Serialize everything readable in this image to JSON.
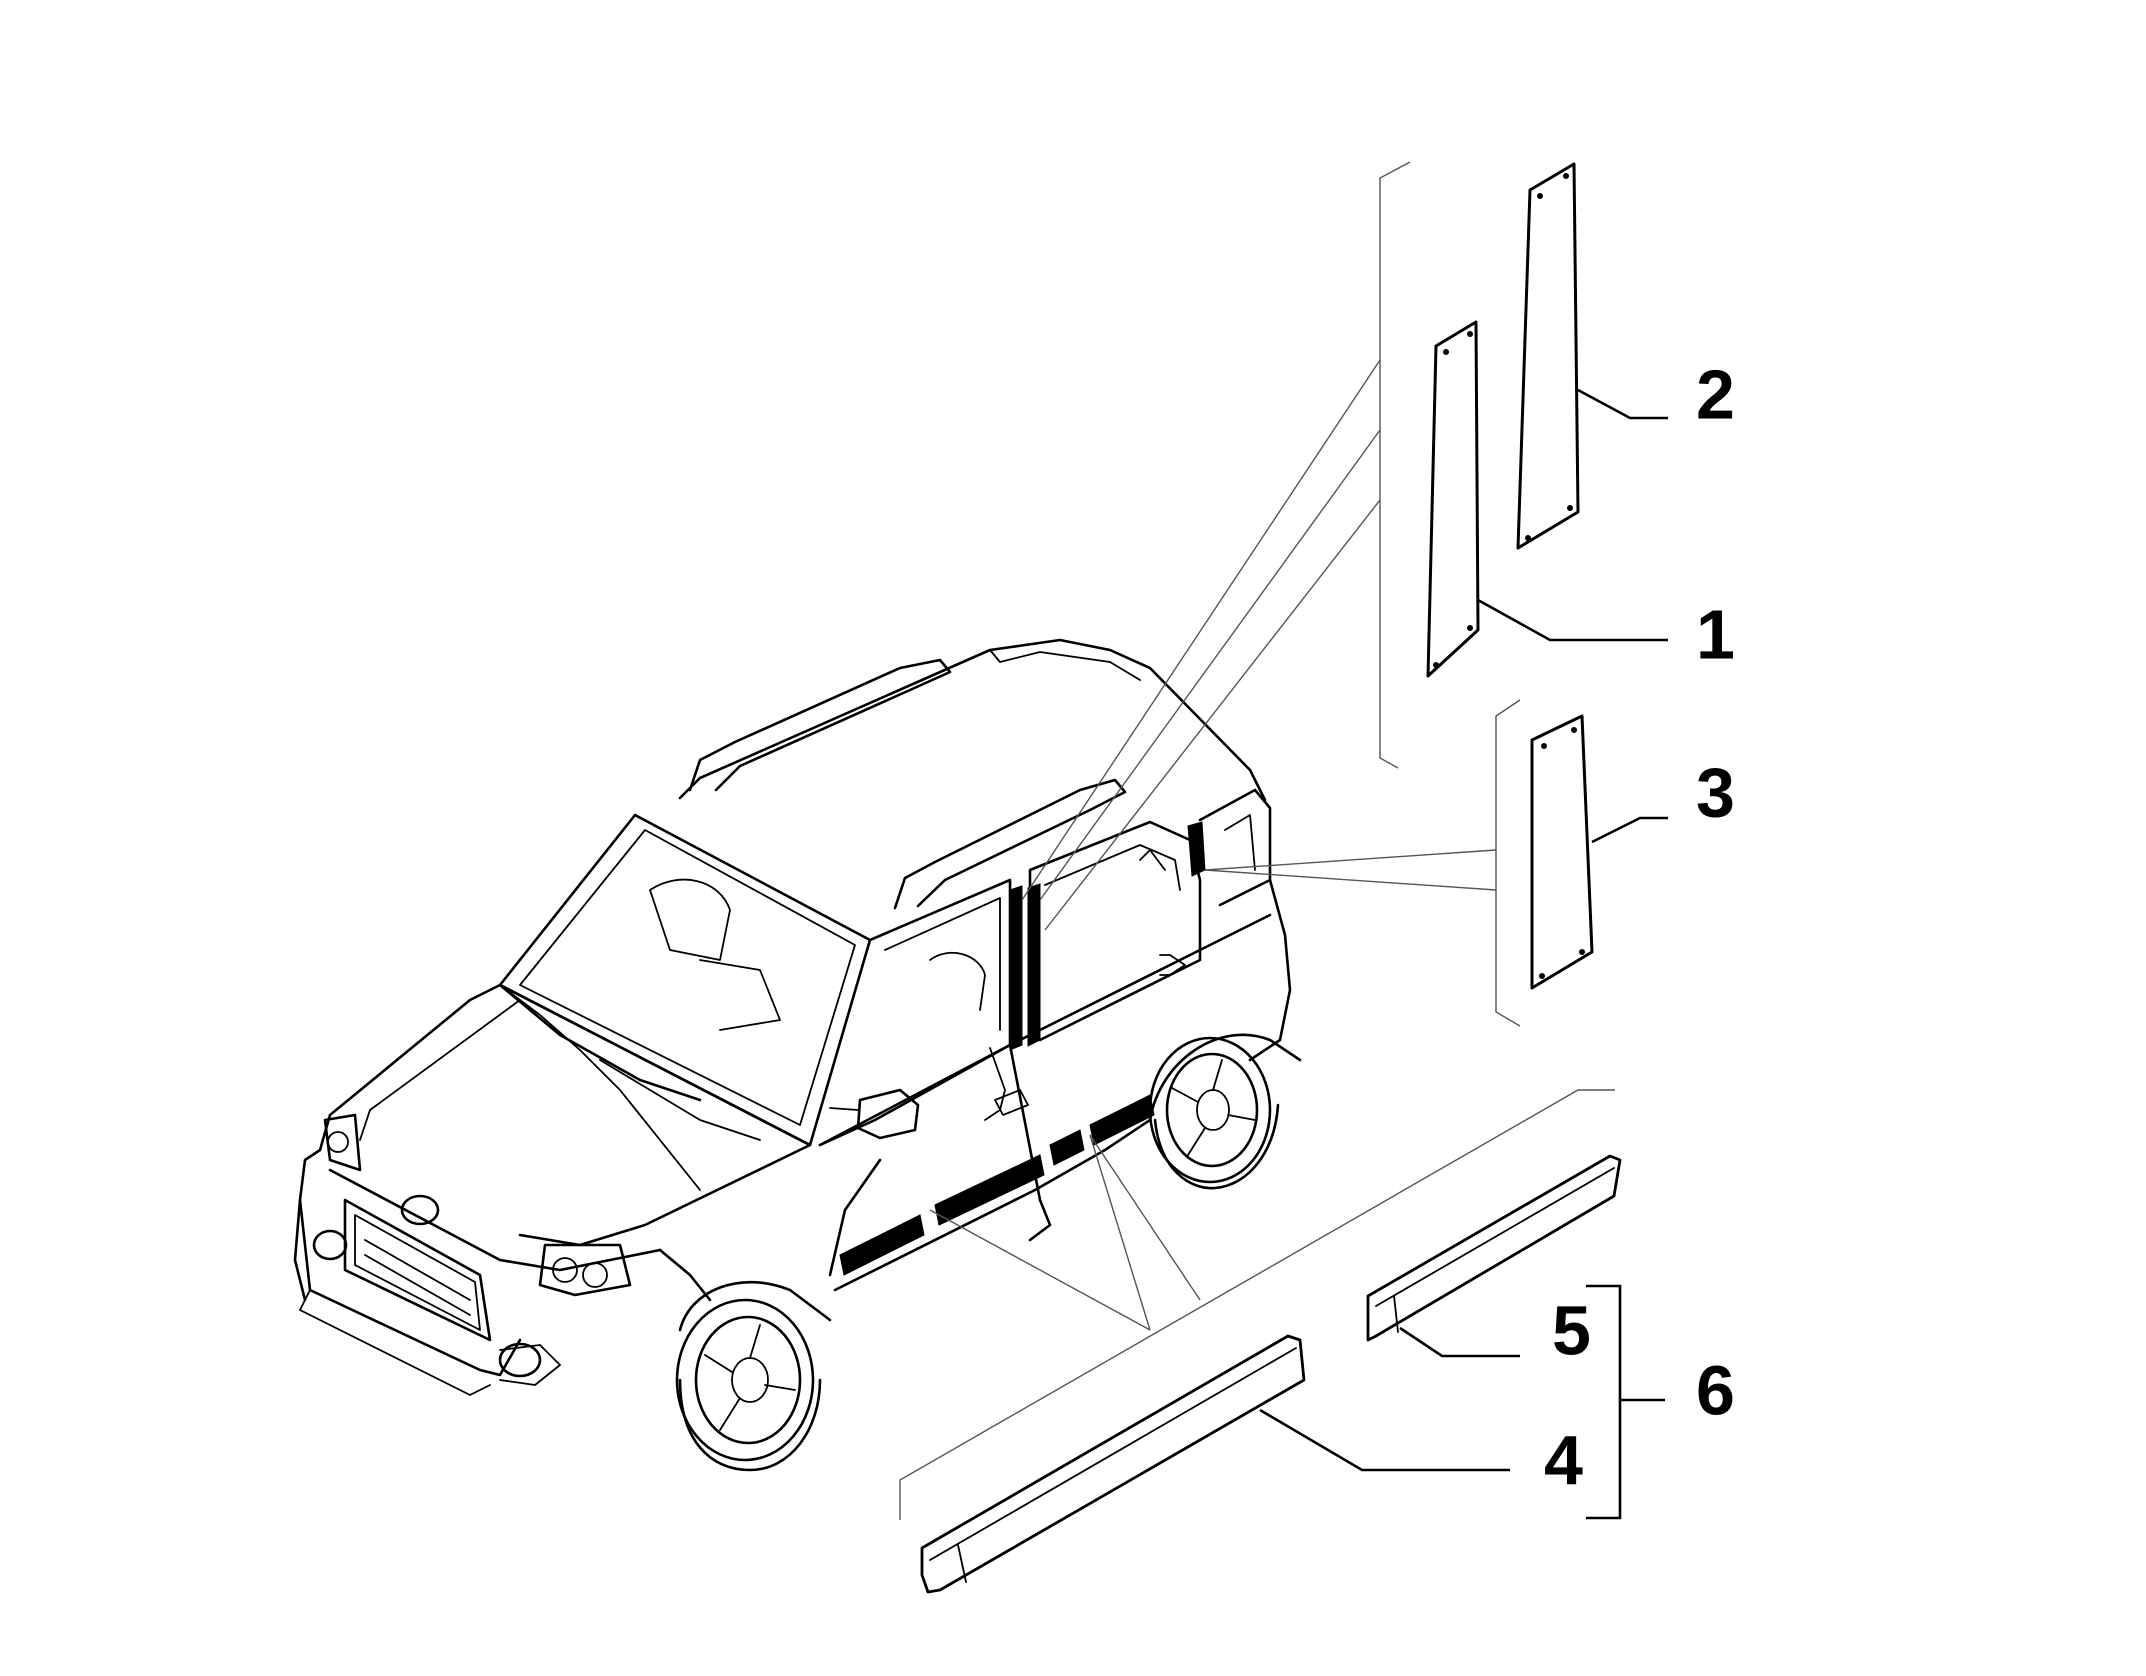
{
  "callouts": [
    {
      "id": "1",
      "label": "1"
    },
    {
      "id": "2",
      "label": "2"
    },
    {
      "id": "3",
      "label": "3"
    },
    {
      "id": "4",
      "label": "4"
    },
    {
      "id": "5",
      "label": "5"
    },
    {
      "id": "6",
      "label": "6"
    }
  ],
  "colors": {
    "line": "#000000",
    "background": "#ffffff"
  },
  "icons": [
    "car-icon",
    "pillar-trim-icon",
    "door-moulding-icon"
  ]
}
